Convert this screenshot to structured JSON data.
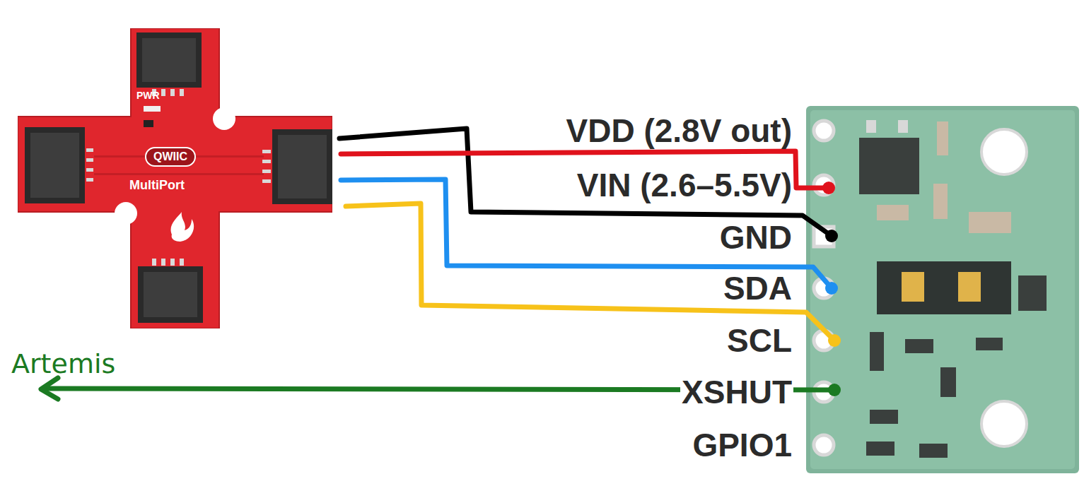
{
  "diagram": {
    "nodes": [
      {
        "text": [
          "PWR",
          "QWIIC",
          "MultiPort"
        ]
      }
    ],
    "labels": [
      "VDD (2.8V out)",
      "VIN (2.6–5.5V)",
      "GND",
      "SDA",
      "SCL",
      "XSHUT",
      "GPIO1",
      "Artemis"
    ]
  }
}
